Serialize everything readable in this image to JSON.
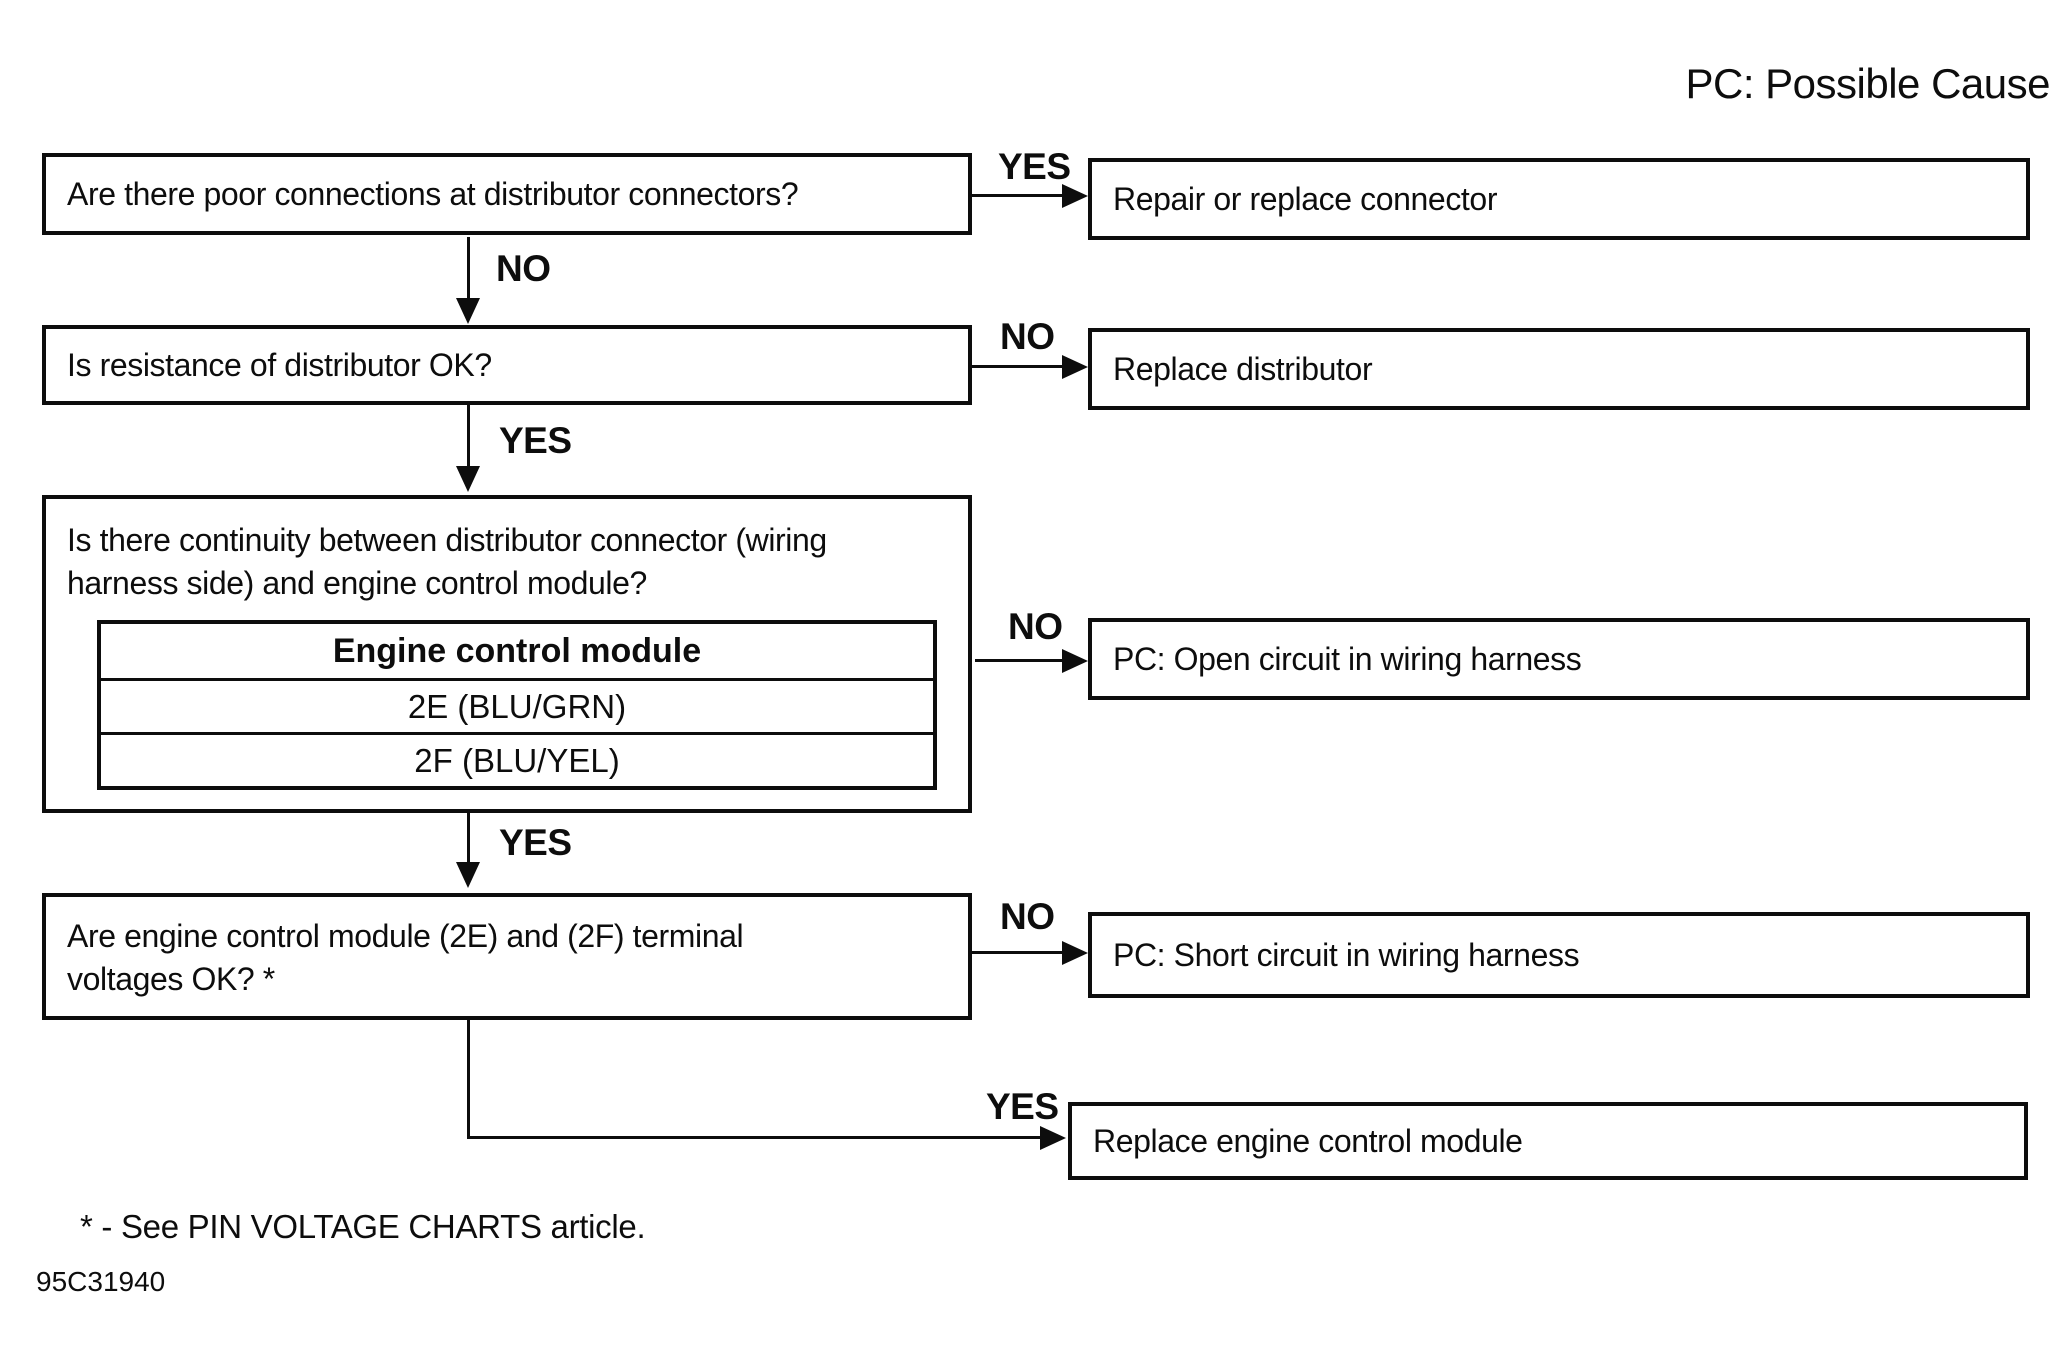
{
  "legend": "PC: Possible Cause",
  "labels": {
    "yes": "YES",
    "no": "NO"
  },
  "questions": {
    "q1": {
      "lines": [
        "Are there poor connections at distributor connectors?"
      ]
    },
    "q2": {
      "lines": [
        "Is resistance of distributor OK?"
      ]
    },
    "q3": {
      "lines": [
        "Is there continuity between distributor connector (wiring",
        "harness side) and engine control module?"
      ],
      "table": {
        "header": "Engine control module",
        "rows": [
          "2E (BLU/GRN)",
          "2F (BLU/YEL)"
        ]
      }
    },
    "q4": {
      "lines": [
        "Are engine control module (2E) and (2F) terminal",
        "voltages OK? *"
      ]
    }
  },
  "results": {
    "r1": "Repair or replace connector",
    "r2": "Replace distributor",
    "r3": "PC: Open circuit in wiring harness",
    "r4": "PC: Short circuit in wiring harness",
    "r5": "Replace engine control module"
  },
  "connections": [
    {
      "from": "q1",
      "answer": "YES",
      "to": "r1"
    },
    {
      "from": "q1",
      "answer": "NO",
      "to": "q2"
    },
    {
      "from": "q2",
      "answer": "NO",
      "to": "r2"
    },
    {
      "from": "q2",
      "answer": "YES",
      "to": "q3"
    },
    {
      "from": "q3",
      "answer": "NO",
      "to": "r3"
    },
    {
      "from": "q3",
      "answer": "YES",
      "to": "q4"
    },
    {
      "from": "q4",
      "answer": "NO",
      "to": "r4"
    },
    {
      "from": "q4",
      "answer": "YES",
      "to": "r5"
    }
  ],
  "footnote": "* - See PIN VOLTAGE CHARTS article.",
  "figure_code": "95C31940",
  "colors": {
    "ink": "#0d0d0d",
    "paper": "#ffffff"
  }
}
